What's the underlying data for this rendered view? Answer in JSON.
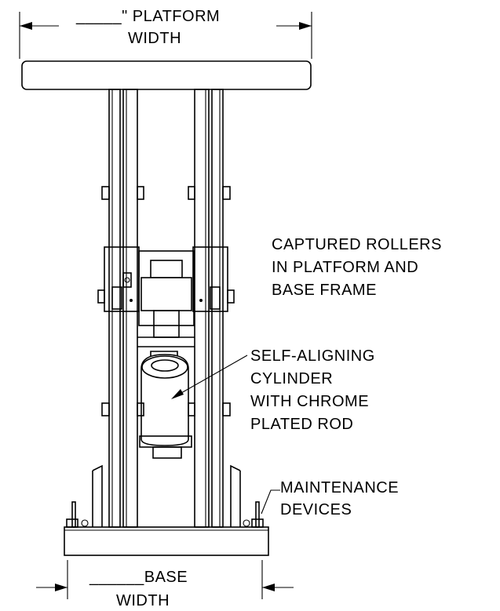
{
  "labels": {
    "platform_width_line1": "_____\" PLATFORM",
    "platform_width_line2": "WIDTH",
    "captured_rollers_line1": "CAPTURED ROLLERS",
    "captured_rollers_line2": "IN PLATFORM AND",
    "captured_rollers_line3": "BASE FRAME",
    "cylinder_line1": "SELF-ALIGNING",
    "cylinder_line2": "CYLINDER",
    "cylinder_line3": "WITH CHROME",
    "cylinder_line4": "PLATED ROD",
    "maintenance_line1": "MAINTENANCE",
    "maintenance_line2": "DEVICES",
    "base_width_line1": "______BASE",
    "base_width_line2": "WIDTH"
  }
}
